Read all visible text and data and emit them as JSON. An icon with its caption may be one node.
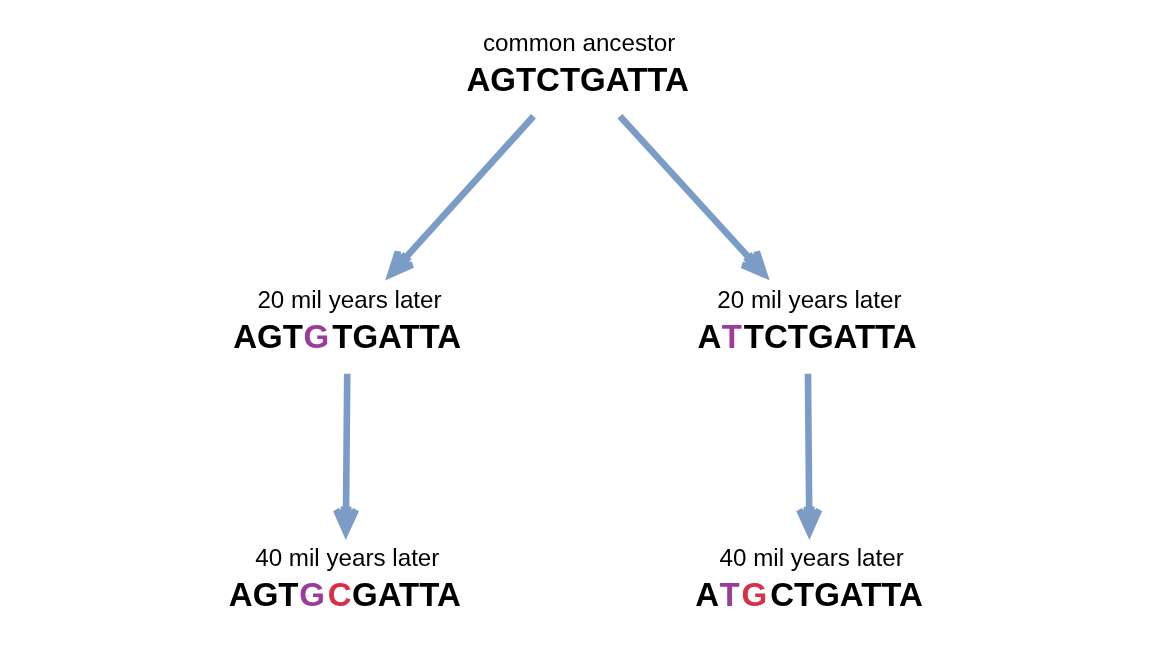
{
  "diagram": {
    "nodes": [
      {
        "text": [
          "common ancestor",
          "AGTCTGATTA"
        ]
      },
      {
        "text": [
          "20 mil years later",
          "AGTGTGATTA"
        ]
      },
      {
        "text": [
          "20 mil years later",
          "ATTCTGATTA"
        ]
      },
      {
        "text": [
          "40 mil years later",
          "AGTGCGATTA"
        ]
      },
      {
        "text": [
          "40 mil years later",
          "ATGCTGATTA"
        ]
      }
    ],
    "edges": [
      {
        "from": 0,
        "to": 1,
        "arrow": "to"
      },
      {
        "from": 0,
        "to": 2,
        "arrow": "to"
      },
      {
        "from": 1,
        "to": 3,
        "arrow": "to"
      },
      {
        "from": 2,
        "to": 4,
        "arrow": "to"
      }
    ]
  }
}
